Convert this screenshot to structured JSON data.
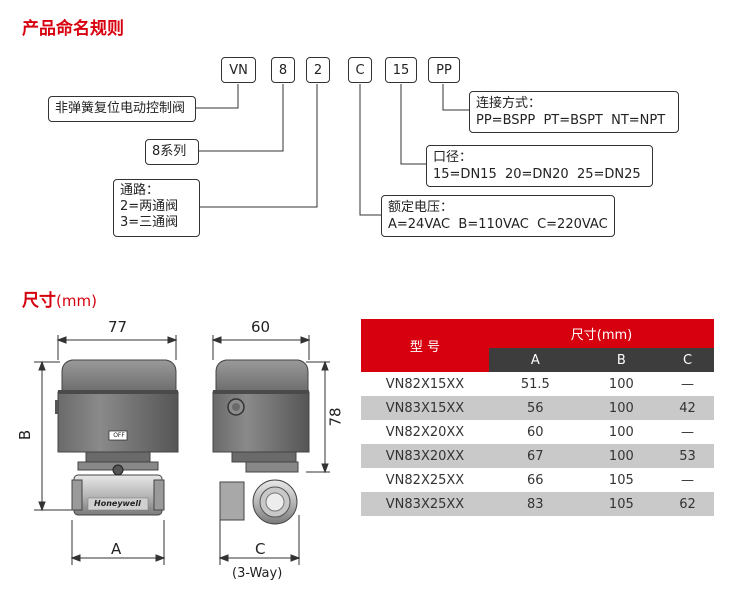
{
  "naming_section": {
    "title": "产品命名规则",
    "code_parts": [
      "VN",
      "8",
      "2",
      "C",
      "15",
      "PP"
    ],
    "descriptions": {
      "product": "非弹簧复位电动控制阀",
      "series": "8系列",
      "ports": {
        "label": "通路：",
        "lines": [
          "2=两通阀",
          "3=三通阀"
        ]
      },
      "voltage": {
        "label": "额定电压：",
        "lines": [
          "A=24VAC  B=110VAC  C=220VAC"
        ]
      },
      "size": {
        "label": "口径：",
        "lines": [
          "15=DN15  20=DN20  25=DN25"
        ]
      },
      "connection": {
        "label": "连接方式：",
        "lines": [
          "PP=BSPP  PT=BSPT  NT=NPT"
        ]
      }
    }
  },
  "dimensions_section": {
    "title": "尺寸",
    "unit": "(mm)",
    "drawing": {
      "front_width": "77",
      "side_width": "60",
      "height_label": "B",
      "side_height": "78",
      "bottom_front": "A",
      "bottom_side": "C",
      "side_note": "(3-Way)",
      "off_label": "OFF",
      "brand": "Honeywell"
    },
    "table": {
      "model_header": "型 号",
      "dim_header": "尺寸(mm)",
      "columns": [
        "A",
        "B",
        "C"
      ],
      "rows": [
        {
          "model": "VN82X15XX",
          "a": "51.5",
          "b": "100",
          "c": "—"
        },
        {
          "model": "VN83X15XX",
          "a": "56",
          "b": "100",
          "c": "42"
        },
        {
          "model": "VN82X20XX",
          "a": "60",
          "b": "100",
          "c": "—"
        },
        {
          "model": "VN83X20XX",
          "a": "67",
          "b": "100",
          "c": "53"
        },
        {
          "model": "VN82X25XX",
          "a": "66",
          "b": "105",
          "c": "—"
        },
        {
          "model": "VN83X25XX",
          "a": "83",
          "b": "105",
          "c": "62"
        }
      ]
    },
    "colors": {
      "accent": "#d7000f",
      "header_dark": "#3d3d3d",
      "row_gray": "#c9c9c9"
    }
  }
}
